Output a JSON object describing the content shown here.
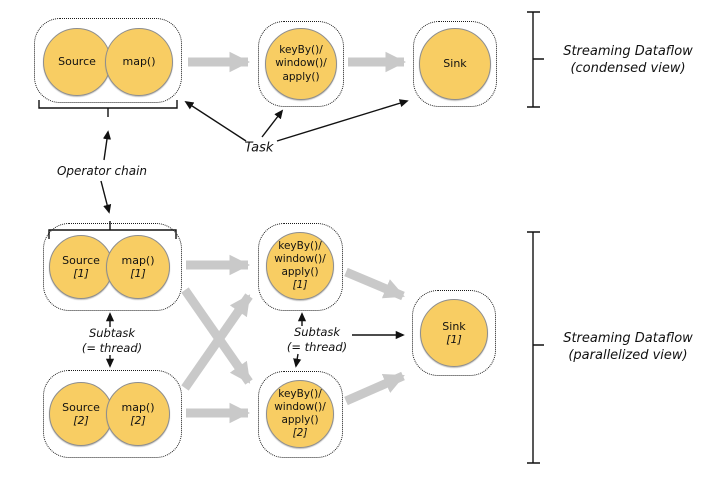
{
  "colors": {
    "node_fill": "#F8CD63",
    "node_stroke": "#8E8E8E",
    "flow_arrow_gray": "#C9C9C9",
    "ink": "#111111"
  },
  "condensed_view": {
    "chain": {
      "source": "Source",
      "map": "map()"
    },
    "keyby": {
      "line1": "keyBy()/",
      "line2": "window()/",
      "line3": "apply()"
    },
    "sink": {
      "label": "Sink"
    },
    "caption": {
      "line1": "Streaming Dataflow",
      "line2": "(condensed view)"
    }
  },
  "parallelized_view": {
    "chain1": {
      "source": "Source",
      "source_idx": "[1]",
      "map": "map()",
      "map_idx": "[1]"
    },
    "chain2": {
      "source": "Source",
      "source_idx": "[2]",
      "map": "map()",
      "map_idx": "[2]"
    },
    "keyby1": {
      "line1": "keyBy()/",
      "line2": "window()/",
      "line3": "apply()",
      "idx": "[1]"
    },
    "keyby2": {
      "line1": "keyBy()/",
      "line2": "window()/",
      "line3": "apply()",
      "idx": "[2]"
    },
    "sink1": {
      "label": "Sink",
      "idx": "[1]"
    },
    "caption": {
      "line1": "Streaming Dataflow",
      "line2": "(parallelized view)"
    }
  },
  "annotations": {
    "task": "Task",
    "operator_chain": "Operator chain",
    "subtask_left": {
      "line1": "Subtask",
      "line2": "(= thread)"
    },
    "subtask_middle": {
      "line1": "Subtask",
      "line2": "(= thread)"
    }
  }
}
